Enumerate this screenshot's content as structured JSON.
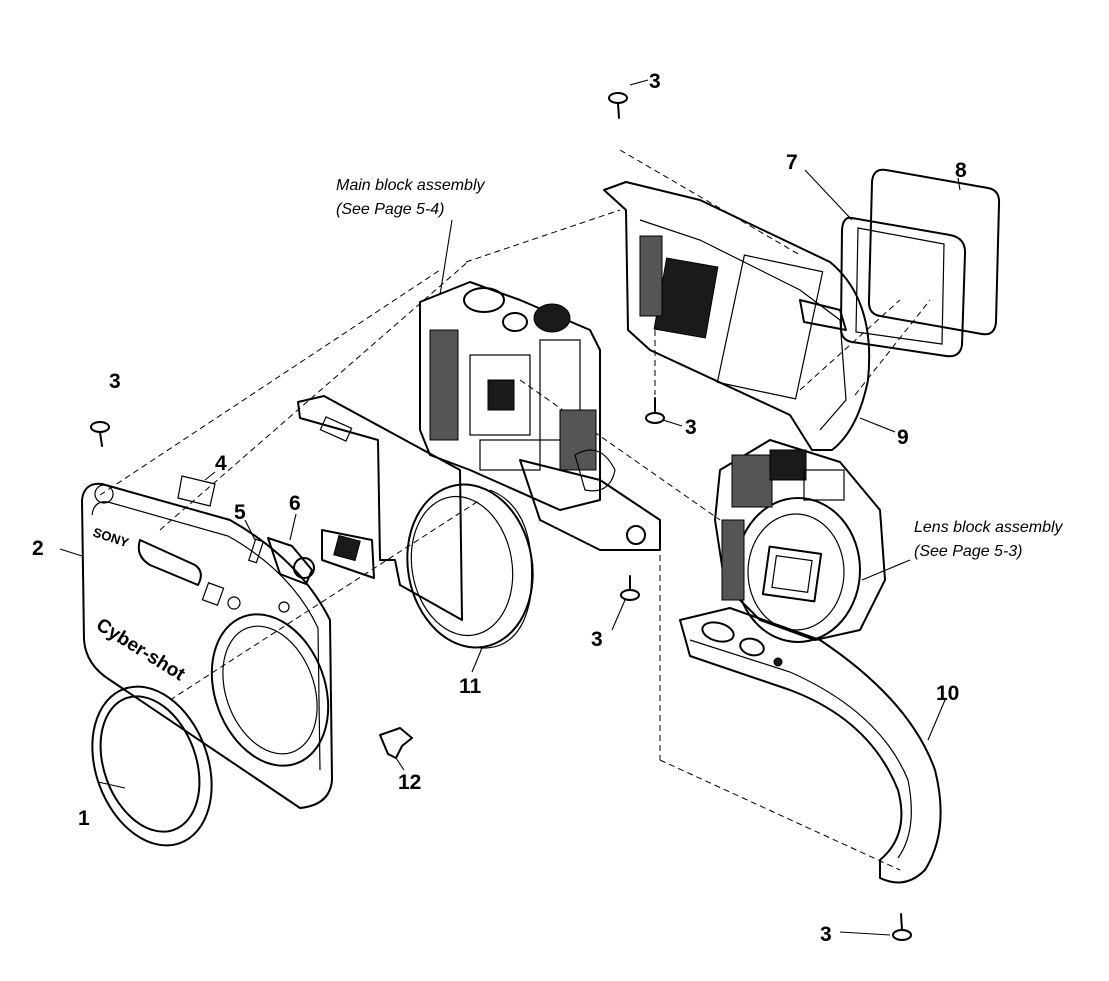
{
  "callouts": {
    "c1": "1",
    "c2": "2",
    "c3": "3",
    "c4": "4",
    "c5": "5",
    "c6": "6",
    "c7": "7",
    "c8": "8",
    "c9": "9",
    "c10": "10",
    "c11": "11",
    "c12": "12"
  },
  "notes": {
    "main_block_line1": "Main block assembly",
    "main_block_line2": "(See Page 5-4)",
    "lens_block_line1": "Lens block assembly",
    "lens_block_line2": "(See Page 5-3)"
  },
  "markings": {
    "brand": "SONY",
    "model": "Cyber-shot"
  }
}
